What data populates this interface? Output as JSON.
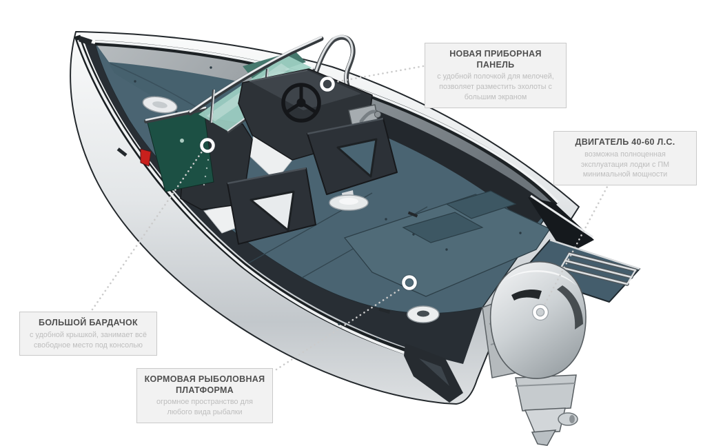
{
  "colors": {
    "deck_teal": "#4a6472",
    "deck_dark_panel": "#3d5763",
    "hull_white": "#f3f5f6",
    "console_dark": "#2d3237",
    "glass_green": "#9ed0c3",
    "port_glass_green": "#1c5044",
    "motor_silver": "#c9ced2",
    "nav_light_red": "#c9201d",
    "callout_bg": "#f2f2f2",
    "callout_border": "#c9c9c9",
    "callout_title": "#4f4f4f",
    "callout_desc": "#bdbdbd",
    "leader_dots": "#cbcbcb",
    "marker_ring": "#ffffff"
  },
  "callouts": [
    {
      "id": "instrument-panel",
      "title": "НОВАЯ ПРИБОРНАЯ ПАНЕЛЬ",
      "description": "с удобной полочкой для мелочей, позволяет разместить эхолоты с большим экраном"
    },
    {
      "id": "engine",
      "title": "ДВИГАТЕЛЬ 40-60 Л.С.",
      "description": "возможна полноценная эксплуатация лодки с ПМ минимальной мощности"
    },
    {
      "id": "glovebox",
      "title": "БОЛЬШОЙ БАРДАЧОК",
      "description": "с удобной крышкой, занимает всё свободное место под консолью"
    },
    {
      "id": "stern-platform",
      "title": "КОРМОВАЯ РЫБОЛОВНАЯ ПЛАТФОРМА",
      "description": "огромное пространство для любого вида рыбалки"
    }
  ]
}
